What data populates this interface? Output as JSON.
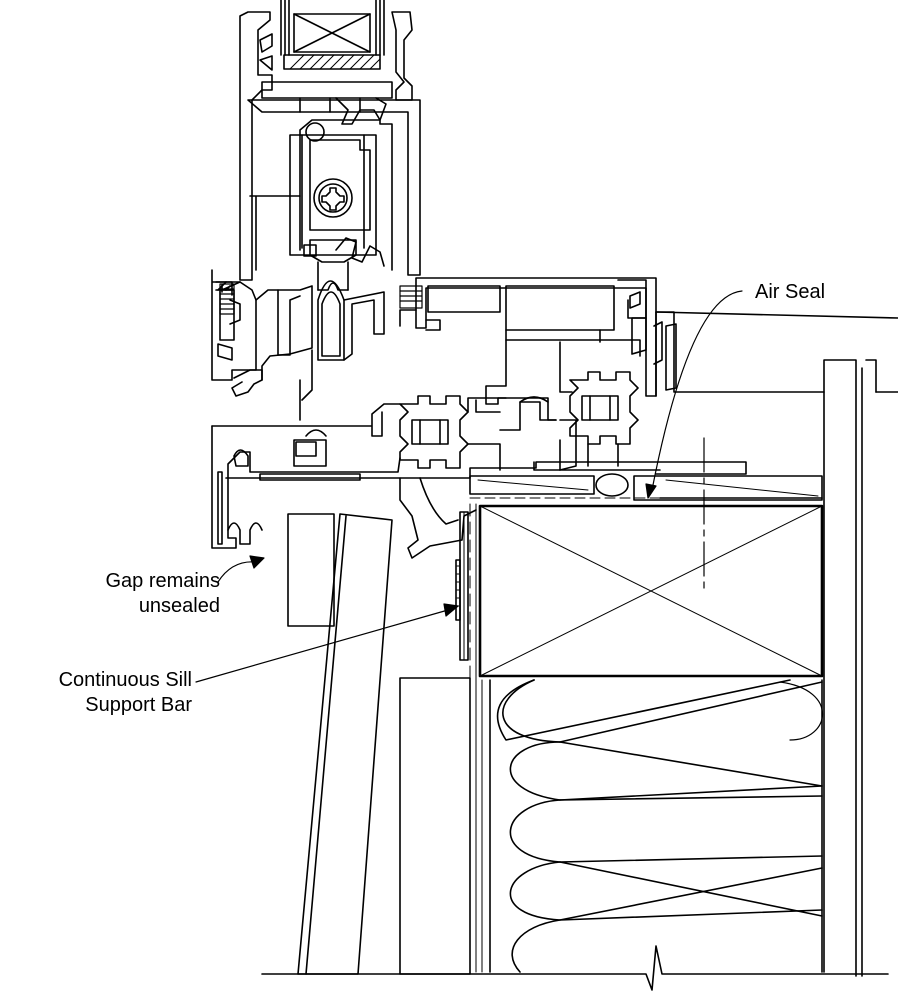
{
  "labels": {
    "air_seal": "Air Seal",
    "gap_line1": "Gap remains",
    "gap_line2": "unsealed",
    "sill_line1": "Continuous Sill",
    "sill_line2": "Support Bar"
  },
  "colors": {
    "ink": "#000000",
    "paper": "#ffffff"
  }
}
